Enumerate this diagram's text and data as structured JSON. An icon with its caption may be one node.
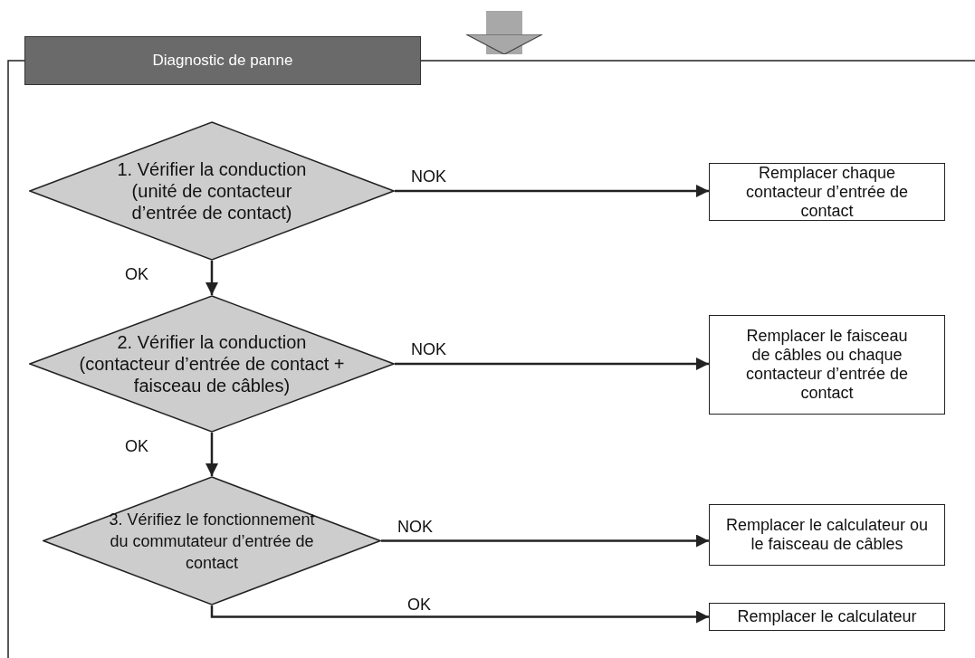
{
  "diagram": {
    "nodes": [
      {
        "text": [
          "Diagnostic de panne"
        ]
      },
      {
        "text": [
          "1. Vérifier la conduction (unité de contacteur d’entrée de contact)"
        ],
        "in": 0
      },
      {
        "text": [
          "2. Vérifier la conduction (contacteur d’entrée de contact + faisceau de câbles)"
        ],
        "in": 0
      },
      {
        "text": [
          "3. Vérifiez le fonctionnement du commutateur d’entrée de contact"
        ],
        "in": 0
      },
      {
        "text": [
          "Remplacer chaque contacteur d’entrée de contact"
        ],
        "in": 0
      },
      {
        "text": [
          "Remplacer le faisceau de câbles ou chaque contacteur d’entrée de contact"
        ],
        "in": 0
      },
      {
        "text": [
          "Remplacer le calculateur ou le faisceau de câbles"
        ],
        "in": 0
      },
      {
        "text": [
          "Remplacer le calculateur"
        ],
        "in": 0
      }
    ],
    "edges": [
      {
        "from": null,
        "to": 0,
        "arrow": "to",
        "style": "thick",
        "color": "#a8a8a8"
      },
      {
        "from": 1,
        "to": 4,
        "arrow": "to",
        "label": "NOK"
      },
      {
        "from": 1,
        "to": 2,
        "arrow": "to",
        "label": "OK"
      },
      {
        "from": 2,
        "to": 5,
        "arrow": "to",
        "label": "NOK"
      },
      {
        "from": 2,
        "to": 3,
        "arrow": "to",
        "label": "OK"
      },
      {
        "from": 3,
        "to": 6,
        "arrow": "to",
        "label": "NOK"
      },
      {
        "from": 3,
        "to": 7,
        "arrow": "to",
        "label": "OK"
      }
    ]
  }
}
